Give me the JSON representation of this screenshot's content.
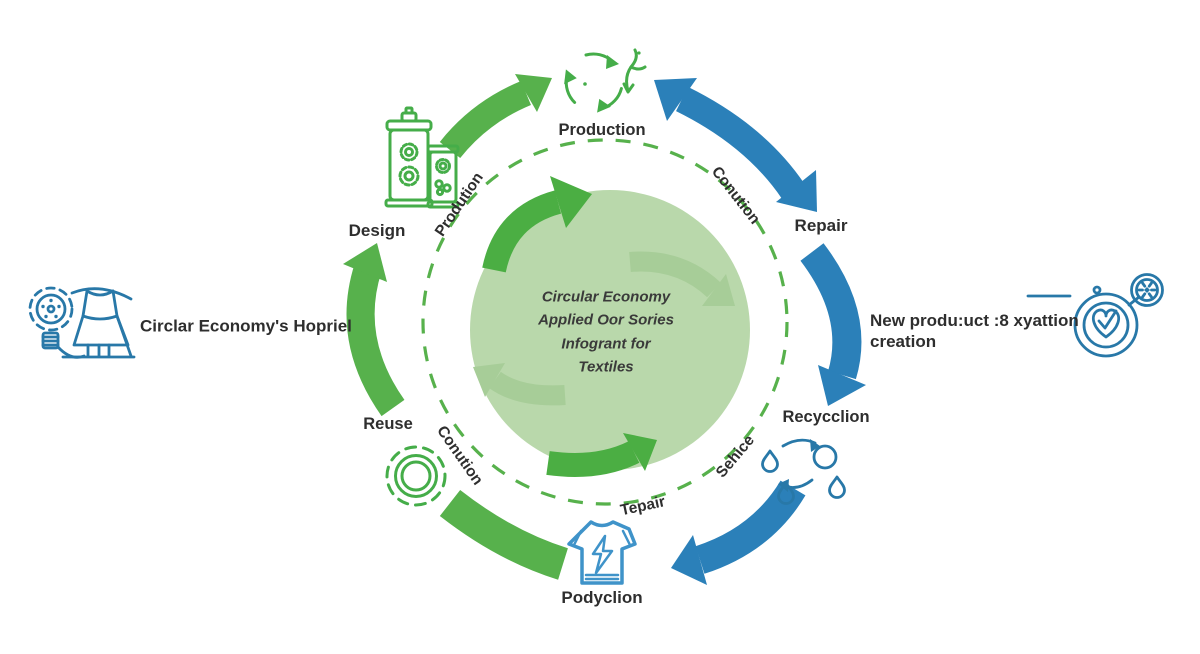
{
  "colors": {
    "green": "#57b14c",
    "green_icon": "#45ad49",
    "light_circle": "#b9d8ab",
    "inner_arrow": "#a7cd98",
    "dark_green": "#4bae43",
    "blue": "#2b80b9",
    "blue_icon": "#2878a8",
    "shirt_blue": "#3f93c9",
    "text": "#2e2e2e"
  },
  "center": {
    "line1": "Circular Economy",
    "line2": "Applied Oor Sories",
    "line3": "Infogrant for",
    "line4": "Textiles"
  },
  "labels": {
    "production": "Production",
    "conution_top": "Conution",
    "repair": "Repair",
    "new_product_line1": "New produ:uct :8 xyattion",
    "new_product_line2": "creation",
    "recycclion": "Recycclion",
    "sehice": "Sehice",
    "tepair": "Tepair",
    "podyclion": "Podyclion",
    "reuse": "Reuse",
    "conution_left": "Conution",
    "design": "Design",
    "prodution": "Prodution",
    "left_caption": "Circlar Economy's Hopriel"
  },
  "icons": {
    "top": "recycle-arrows-icon",
    "top_side": "sprout-icon",
    "upper_left": "fermentation-jars-icon",
    "lower_left": "gear-icon",
    "bottom": "tshirt-lightning-icon",
    "lower_right": "water-recycle-icon",
    "left": "gear-bulb-and-dress-icon",
    "right": "quality-seal-icon"
  }
}
